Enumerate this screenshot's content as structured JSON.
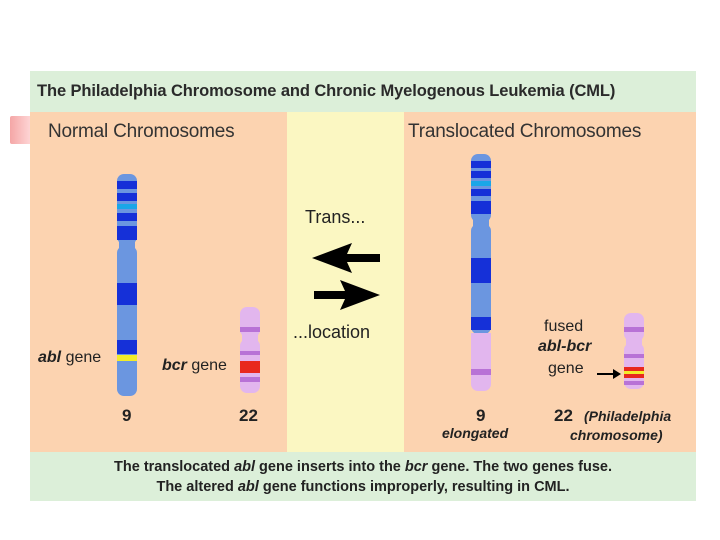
{
  "slide": {
    "bullet_color": "#f4a6a6"
  },
  "figure": {
    "title": "The Philadelphia Chromosome and Chronic Myelogenous Leukemia (CML)",
    "normal": {
      "heading": "Normal Chromosomes",
      "abl_label_gene": "abl",
      "abl_label_rest": " gene",
      "bcr_label_gene": "bcr",
      "bcr_label_rest": " gene",
      "chr9": "9",
      "chr22": "22"
    },
    "middle": {
      "top_text": "Trans...",
      "bottom_text": "...location"
    },
    "translocated": {
      "heading": "Translocated Chromosomes",
      "fused_line1": "fused",
      "fused_line2": "abl-bcr",
      "fused_line3": "gene",
      "chr9": "9",
      "chr9_sub": "elongated",
      "chr22": "22",
      "chr22_sub_line1": "(Philadelphia",
      "chr22_sub_line2": "chromosome)"
    },
    "footer": {
      "line1_a": "The translocated ",
      "line1_gene": "abl",
      "line1_b": " gene inserts into the ",
      "line1_gene2": "bcr",
      "line1_c": " gene. The two genes fuse.",
      "line2_a": "The altered ",
      "line2_gene": "abl",
      "line2_b": " gene functions improperly, resulting in CML."
    },
    "colors": {
      "chr9_body": "#6b96e0",
      "chr9_band": "#1530d8",
      "chr22_body": "#e2b6ee",
      "chr22_band": "#b872d6",
      "abl": "#f2ec2a",
      "bcr": "#e8281e",
      "arrow": "#000000"
    }
  }
}
